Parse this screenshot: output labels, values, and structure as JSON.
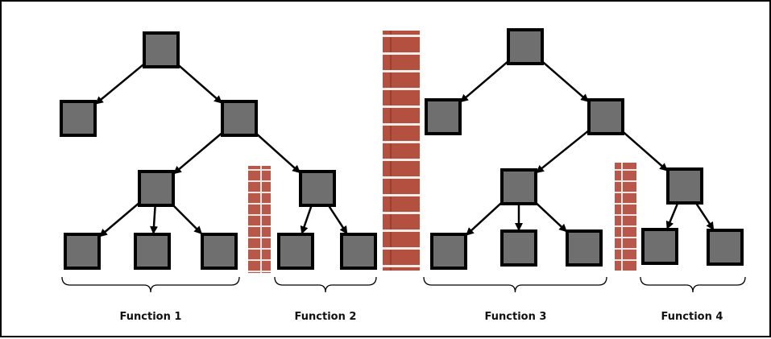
{
  "colors": {
    "node_fill": "#6f6f6f",
    "node_stroke": "#000000",
    "arrow": "#000000",
    "brick": "#b8584a",
    "mortar": "#ece6e2",
    "border": "#000000"
  },
  "labels": {
    "function_1": "Function 1",
    "function_2": "Function 2",
    "function_3": "Function 3",
    "function_4": "Function 4"
  },
  "trees": [
    {
      "id": "tree-left",
      "nodes": [
        "root",
        "left-leaf",
        "mid",
        "sub-a",
        "sub-b",
        "a1",
        "a2",
        "a3",
        "b1",
        "b2"
      ],
      "edges": [
        [
          "root",
          "left-leaf"
        ],
        [
          "root",
          "mid"
        ],
        [
          "mid",
          "sub-a"
        ],
        [
          "mid",
          "sub-b"
        ],
        [
          "sub-a",
          "a1"
        ],
        [
          "sub-a",
          "a2"
        ],
        [
          "sub-a",
          "a3"
        ],
        [
          "sub-b",
          "b1"
        ],
        [
          "sub-b",
          "b2"
        ]
      ]
    },
    {
      "id": "tree-right",
      "nodes": [
        "root",
        "left-leaf",
        "mid",
        "sub-a",
        "sub-b",
        "a1",
        "a2",
        "a3",
        "b1",
        "b2"
      ],
      "edges": [
        [
          "root",
          "left-leaf"
        ],
        [
          "root",
          "mid"
        ],
        [
          "mid",
          "sub-a"
        ],
        [
          "mid",
          "sub-b"
        ],
        [
          "sub-a",
          "a1"
        ],
        [
          "sub-a",
          "a2"
        ],
        [
          "sub-a",
          "a3"
        ],
        [
          "sub-b",
          "b1"
        ],
        [
          "sub-b",
          "b2"
        ]
      ]
    }
  ],
  "walls": [
    "small-wall-left",
    "big-wall-center",
    "small-wall-right"
  ],
  "groups": [
    {
      "label_key": "function_1"
    },
    {
      "label_key": "function_2"
    },
    {
      "label_key": "function_3"
    },
    {
      "label_key": "function_4"
    }
  ]
}
